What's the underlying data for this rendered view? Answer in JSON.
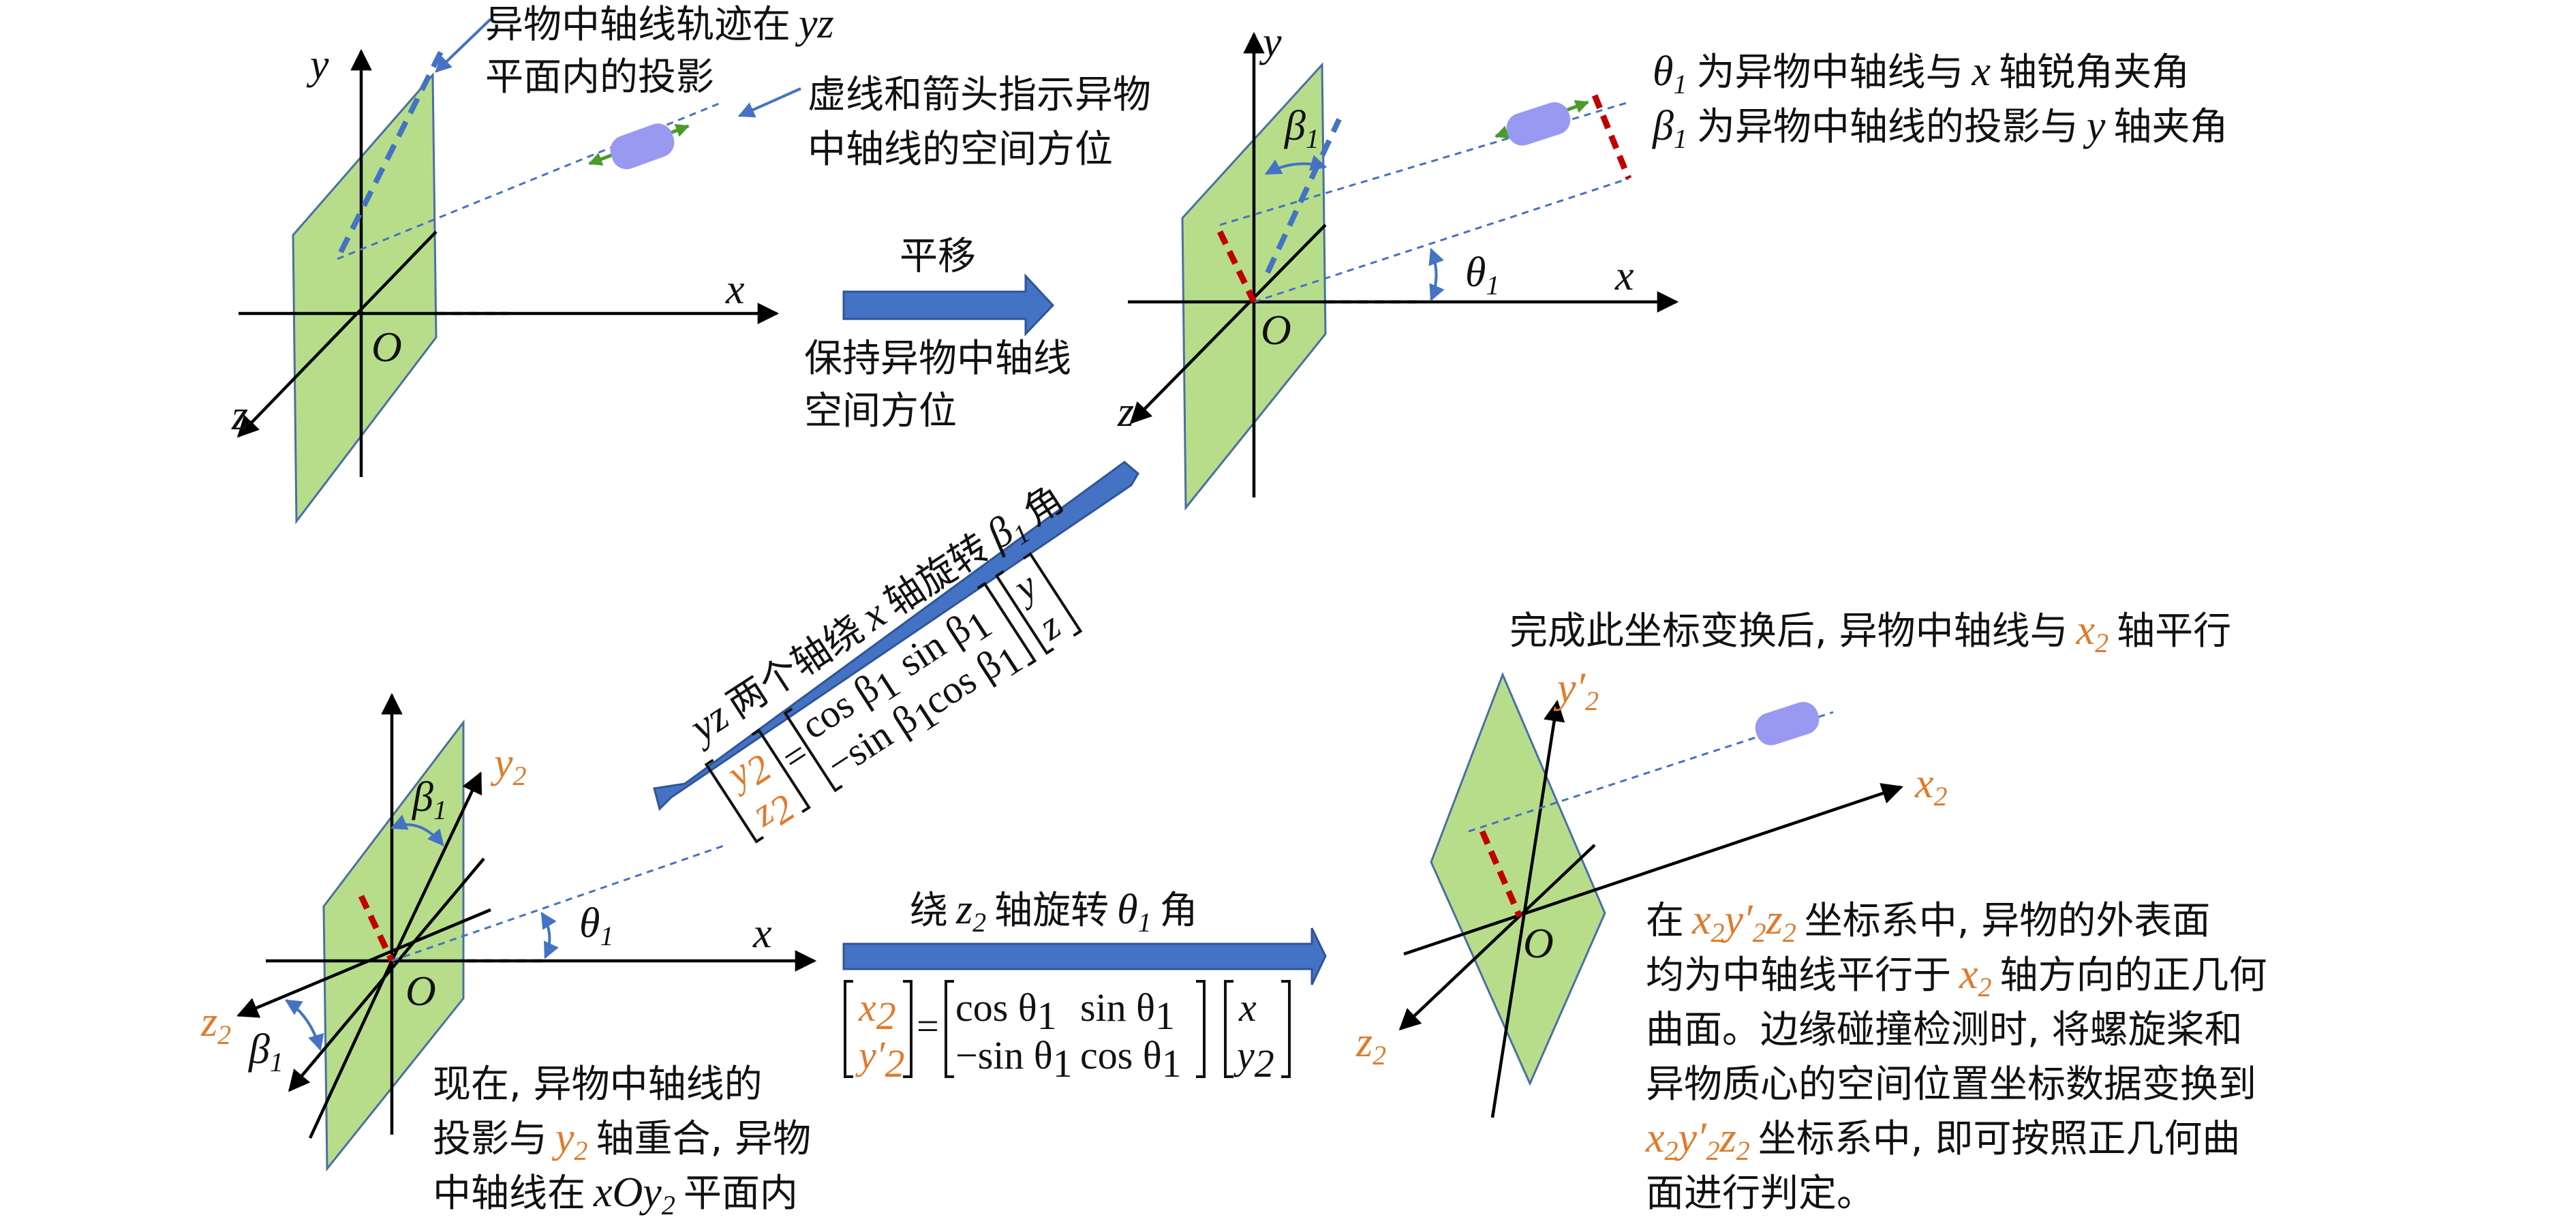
{
  "panel1": {
    "labels": {
      "x": "x",
      "y": "y",
      "z": "z",
      "O": "O"
    },
    "callout_projection": {
      "line1_cjk": "异物中轴线轨迹在",
      "line1_var": "yz",
      "line2": "平面内的投影"
    },
    "callout_direction": {
      "line1": "虚线和箭头指示异物",
      "line2": "中轴线的空间方位"
    }
  },
  "step1": {
    "title": "平移",
    "desc_line1": "保持异物中轴线",
    "desc_line2": "空间方位"
  },
  "panel2": {
    "labels": {
      "x": "x",
      "y": "y",
      "z": "z",
      "O": "O",
      "beta": "β",
      "beta_sub": "1",
      "theta": "θ",
      "theta_sub": "1"
    },
    "defs": {
      "theta_sym": "θ",
      "theta_sub": "1",
      "theta_pre": "为异物中轴线与",
      "theta_var": "x",
      "theta_post": "轴锐角夹角",
      "beta_sym": "β",
      "beta_sub": "1",
      "beta_pre": "为异物中轴线的投影与",
      "beta_var": "y",
      "beta_post": "轴夹角"
    }
  },
  "step2": {
    "caption_var": "yz",
    "caption_mid": "两个轴绕",
    "caption_x": "x",
    "caption_post": "轴旋转",
    "caption_beta": "β",
    "caption_beta_sub": "1",
    "caption_end": "角",
    "lhs_top": "y",
    "lhs_top_sub": "2",
    "lhs_bot": "z",
    "lhs_bot_sub": "2",
    "equals": "=",
    "m11": "cos β",
    "m11_sub": "1",
    "m12": "sin β",
    "m12_sub": "1",
    "m21": "−sin β",
    "m21_sub": "1",
    "m22": "cos β",
    "m22_sub": "1",
    "v_top": "y",
    "v_bot": "z"
  },
  "panel3": {
    "labels": {
      "x": "x",
      "y2": "y",
      "y2_sub": "2",
      "z2": "z",
      "z2_sub": "2",
      "O": "O",
      "beta": "β",
      "beta_sub": "1",
      "theta": "θ",
      "theta_sub": "1"
    },
    "note": {
      "line1": "现在, 异物中轴线的",
      "line2_pre": "投影与",
      "line2_var": "y",
      "line2_sub": "2",
      "line2_post": "轴重合, 异物",
      "line3_pre": "中轴线在",
      "line3_var": "xOy",
      "line3_sub": "2",
      "line3_post": "平面内"
    }
  },
  "step3": {
    "caption_pre": "绕",
    "caption_var": "z",
    "caption_sub": "2",
    "caption_mid": "轴旋转",
    "caption_theta": "θ",
    "caption_theta_sub": "1",
    "caption_end": "角",
    "lhs_top": "x",
    "lhs_top_sub": "2",
    "lhs_bot": "y′",
    "lhs_bot_sub": "2",
    "equals": "=",
    "m11": "cos θ",
    "m11_sub": "1",
    "m12": "sin θ",
    "m12_sub": "1",
    "m21": "−sin θ",
    "m21_sub": "1",
    "m22": "cos θ",
    "m22_sub": "1",
    "v_top": "x",
    "v_bot": "y",
    "v_bot_sub": "2"
  },
  "panel4": {
    "title_pre": "完成此坐标变换后, 异物中轴线与",
    "title_var": "x",
    "title_sub": "2",
    "title_post": "轴平行",
    "labels": {
      "x2": "x",
      "x2_sub": "2",
      "y2p": "y′",
      "y2p_sub": "2",
      "z2": "z",
      "z2_sub": "2",
      "O": "O"
    },
    "note": {
      "line1_pre": "在",
      "line1_var1": "x",
      "line1_var2": "y′",
      "line1_var3": "z",
      "line1_post": "坐标系中, 异物的外表面",
      "line2_pre": "均为中轴线平行于",
      "line2_var": "x",
      "line2_post": "轴方向的正几何",
      "line3": "曲面。边缘碰撞检测时, 将螺旋桨和",
      "line4": "异物质心的空间位置坐标数据变换到",
      "line5_var1": "x",
      "line5_var2": "y′",
      "line5_var3": "z",
      "line5_post": "坐标系中, 即可按照正几何曲",
      "line6": "面进行判定。",
      "sub": "2"
    }
  }
}
